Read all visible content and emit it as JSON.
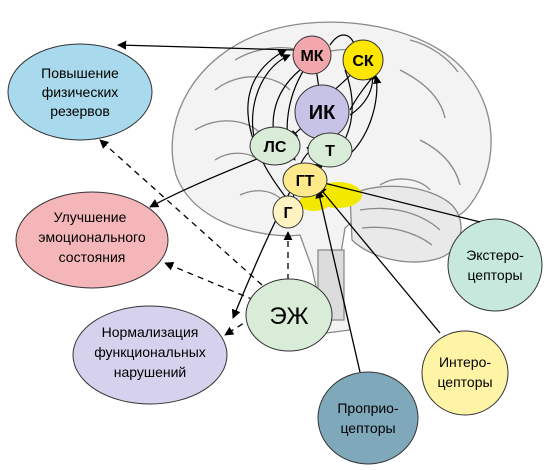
{
  "brain_regions": {
    "mk": "МК",
    "sk": "СК",
    "ik": "ИК",
    "ls": "ЛС",
    "t": "Т",
    "gt": "ГТ",
    "g": "Г"
  },
  "outcomes": {
    "physical_reserves": [
      "Повышение",
      "физических",
      "резервов"
    ],
    "emotional_state": [
      "Улучшение",
      "эмоционального",
      "состояния"
    ],
    "normalization": [
      "Нормализация",
      "функциональных",
      "нарушений"
    ]
  },
  "source": {
    "ezh": "ЭЖ"
  },
  "receptors": {
    "extero": [
      "Экстеро-",
      "цепторы"
    ],
    "intero": [
      "Интеро-",
      "цепторы"
    ],
    "proprio": [
      "Проприо-",
      "цепторы"
    ]
  },
  "colors": {
    "blue_oval": "#a9d9ec",
    "pink_oval": "#f4b6b9",
    "lavender_oval": "#d6d2ee",
    "green_oval": "#d8ecd8",
    "teal_oval": "#c7e8dd",
    "yellow_oval": "#fff3a6",
    "slate_oval": "#7fa9bb",
    "mk_circle": "#f2a7ad",
    "sk_circle": "#ffe600",
    "ik_circle": "#c6c3e6",
    "gt_circle": "#ffe98a",
    "g_circle": "#fff3c2",
    "hypothalamus_highlight": "#f2e800"
  }
}
